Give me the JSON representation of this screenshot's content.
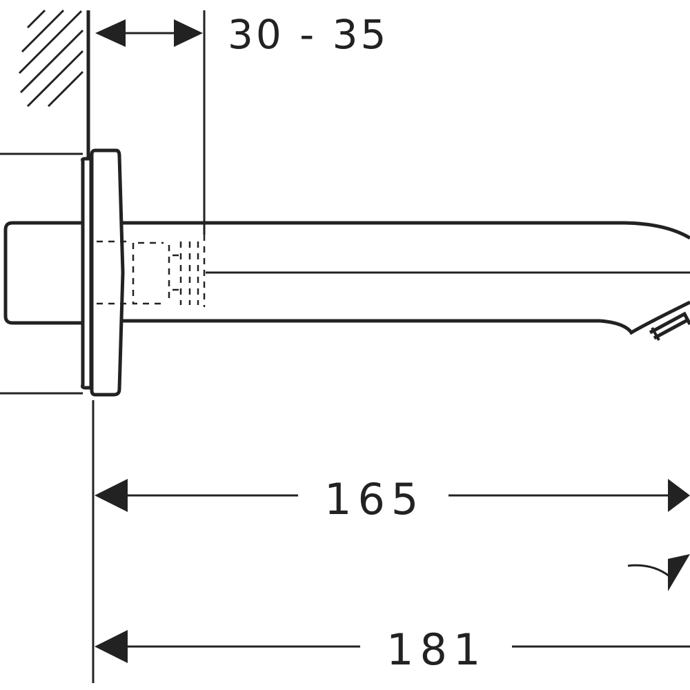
{
  "dimensions": {
    "wall_clearance": "30 - 35",
    "spout_projection": "165",
    "overall_length": "181"
  },
  "colors": {
    "line": "#222222",
    "background": "#ffffff"
  }
}
